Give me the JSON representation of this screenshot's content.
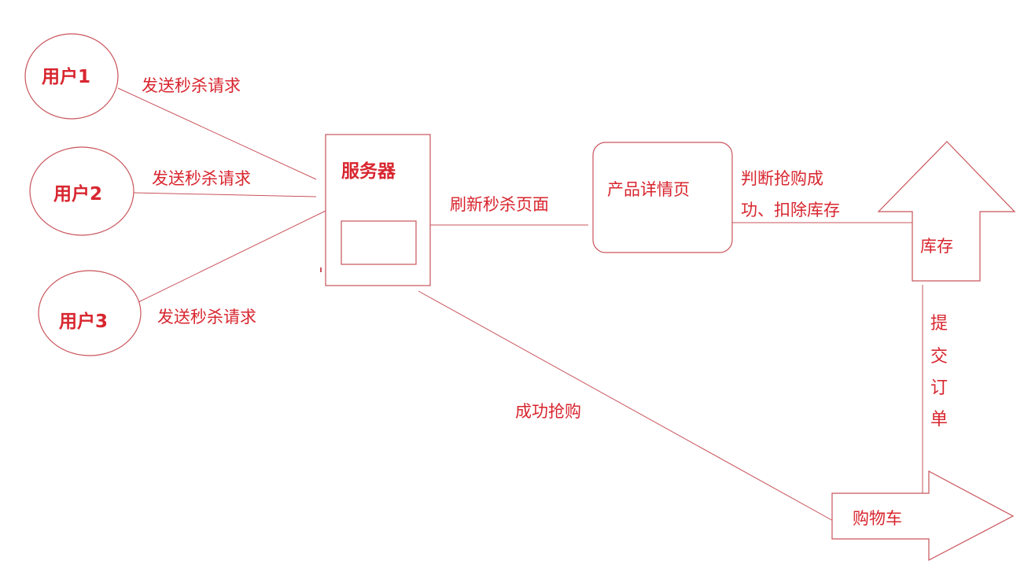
{
  "users": [
    {
      "label": "用户1",
      "request_label": "发送秒杀请求"
    },
    {
      "label": "用户2",
      "request_label": "发送秒杀请求"
    },
    {
      "label": "用户3",
      "request_label": "发送秒杀请求"
    }
  ],
  "server": {
    "label": "服务器"
  },
  "product_page": {
    "label": "产品详情页"
  },
  "inventory": {
    "label": "库存"
  },
  "cart": {
    "label": "购物车"
  },
  "edges": {
    "refresh": "刷新秒杀页面",
    "judge_line1": "判断抢购成",
    "judge_line2": "功、扣除库存",
    "success": "成功抢购",
    "submit_order_chars": [
      "提",
      "交",
      "订",
      "单"
    ]
  },
  "colors": {
    "accent": "#d8262f",
    "line": "#c9545b"
  }
}
